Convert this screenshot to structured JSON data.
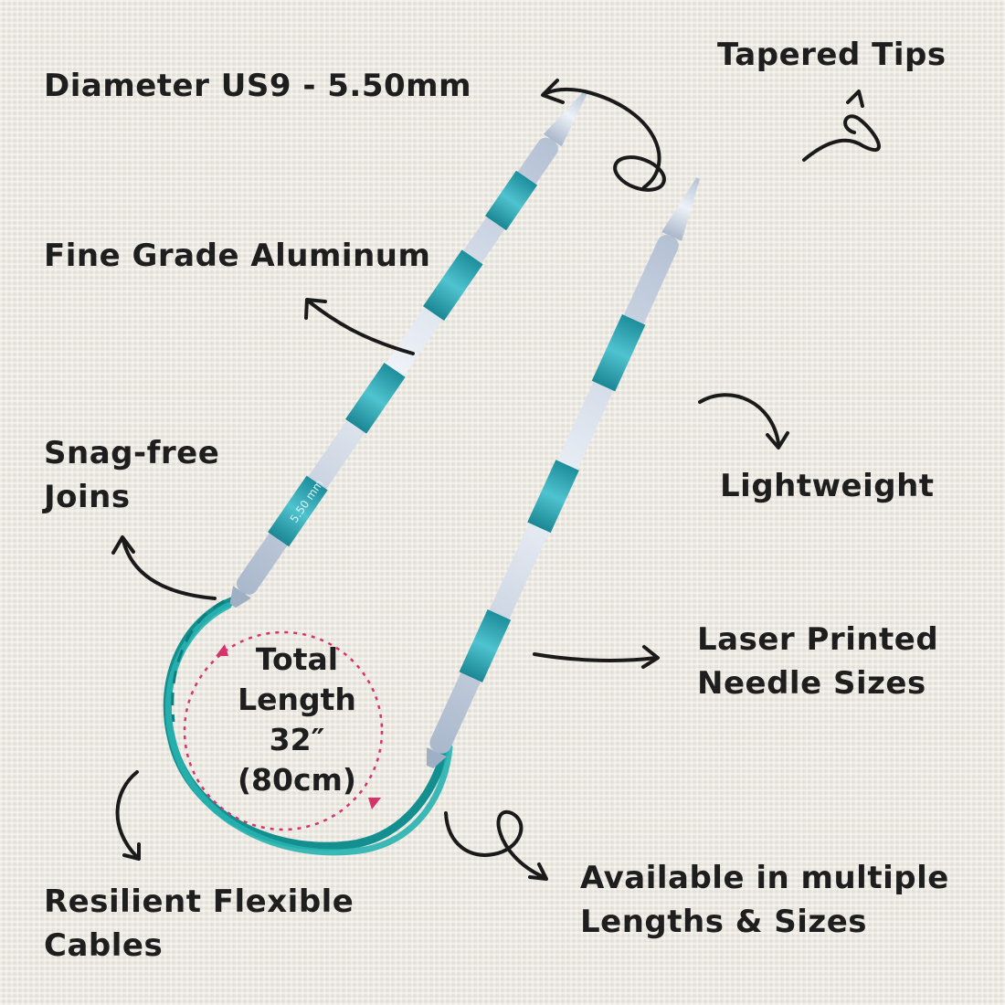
{
  "labels": {
    "diameter": "Diameter US9 - 5.50mm",
    "tapered_tips": "Tapered Tips",
    "fine_grade": "Fine Grade Aluminum",
    "snag_free_line1": "Snag-free",
    "snag_free_line2": "Joins",
    "lightweight": "Lightweight",
    "laser_line1": "Laser Printed",
    "laser_line2": "Needle Sizes",
    "resilient_line1": "Resilient Flexible",
    "resilient_line2": "Cables",
    "available_line1": "Available in multiple",
    "available_line2": "Lengths & Sizes"
  },
  "total_length": {
    "line1": "Total",
    "line2": "Length",
    "line3": "32″",
    "line4": "(80cm)"
  },
  "needle_markings": {
    "size_text": "5.50 mm"
  },
  "colors": {
    "needle_teal": "#2aa6b4",
    "needle_silver": "#c9d4e3",
    "cable_teal": "#1ea8a8",
    "measure_pink": "#d6336c",
    "ink": "#1a1a1a"
  }
}
